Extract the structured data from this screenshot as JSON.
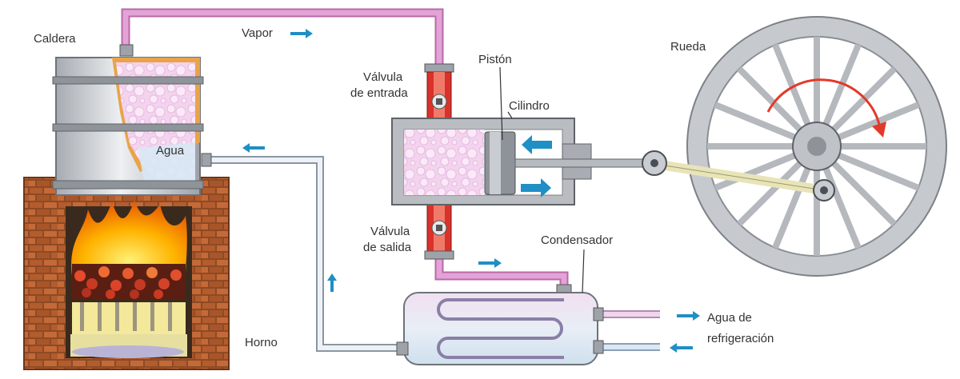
{
  "labels": {
    "boiler": "Caldera",
    "steam": "Vapor",
    "water": "Agua",
    "inlet_valve_line1": "Válvula",
    "inlet_valve_line2": "de entrada",
    "piston": "Pistón",
    "cylinder": "Cilindro",
    "wheel": "Rueda",
    "outlet_valve_line1": "Válvula",
    "outlet_valve_line2": "de salida",
    "condenser": "Condensador",
    "furnace": "Horno",
    "cooling_water_line1": "Agua de",
    "cooling_water_line2": "refrigeración"
  },
  "colors": {
    "steam_pipe": "#d98ac9",
    "water_pipe": "#dfe6ee",
    "arrow_blue": "#1f8fc6",
    "valve_red": "#e03a2e",
    "brick": "#a8532a",
    "flame": "#f6a21a",
    "metal": "#c9ccd1",
    "rotation_arrow": "#e23a2a"
  },
  "icons": {
    "flow": "flow-arrow-icon",
    "rotation": "rotation-arrow-icon"
  }
}
